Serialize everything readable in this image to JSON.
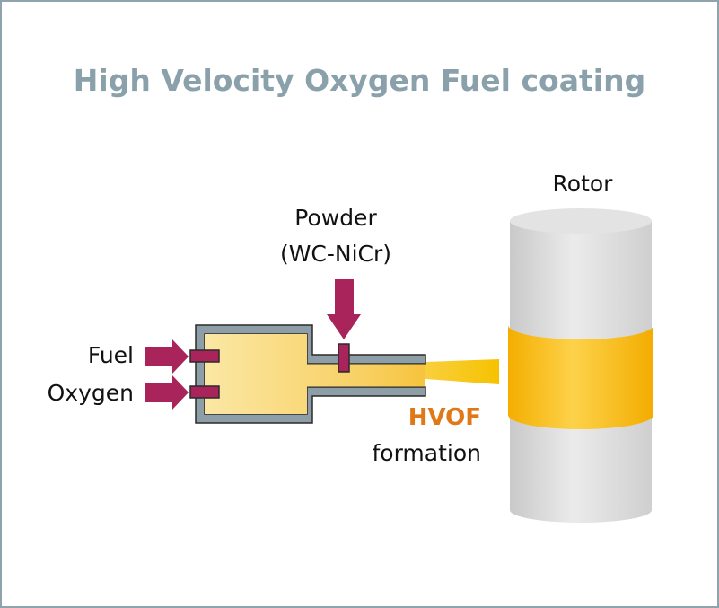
{
  "title": "High Velocity Oxygen Fuel coating",
  "labels": {
    "fuel": "Fuel",
    "oxygen": "Oxygen",
    "powder": "Powder",
    "powder_material": "(WC-NiCr)",
    "rotor": "Rotor",
    "hvof": "HVOF",
    "formation": "formation"
  },
  "colors": {
    "frame": "#8fa3ad",
    "title": "#8aa1ab",
    "arrow": "#a8245a",
    "gun_wall": "#8e9ea6",
    "flame": "#f7c600",
    "coating_band": "#f8b800",
    "rotor": "#d9d9d9",
    "hvof_label": "#e07818"
  },
  "icons": {
    "fuel_inlet": "right-arrow-icon",
    "oxygen_inlet": "right-arrow-icon",
    "powder_feed": "down-arrow-icon"
  }
}
